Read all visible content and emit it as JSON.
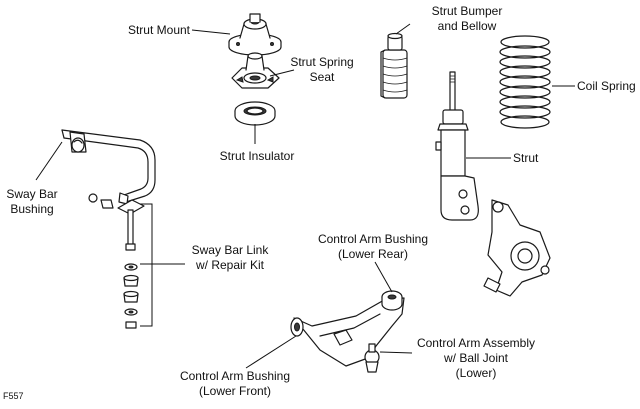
{
  "labels": {
    "strut_mount": "Strut Mount",
    "strut_spring_seat": [
      "Strut Spring",
      "Seat"
    ],
    "strut_insulator": "Strut Insulator",
    "strut_bumper": [
      "Strut Bumper",
      "and Bellow"
    ],
    "coil_spring": "Coil Spring",
    "strut": "Strut",
    "sway_bar_bushing": [
      "Sway Bar",
      "Bushing"
    ],
    "sway_bar_link": [
      "Sway Bar Link",
      "w/ Repair Kit"
    ],
    "control_arm_bushing_rear": [
      "Control Arm Bushing",
      "(Lower Rear)"
    ],
    "control_arm_assembly": [
      "Control Arm Assembly",
      "w/ Ball Joint",
      "(Lower)"
    ],
    "control_arm_bushing_front": [
      "Control Arm Bushing",
      "(Lower Front)"
    ],
    "figure_code": "F557"
  }
}
